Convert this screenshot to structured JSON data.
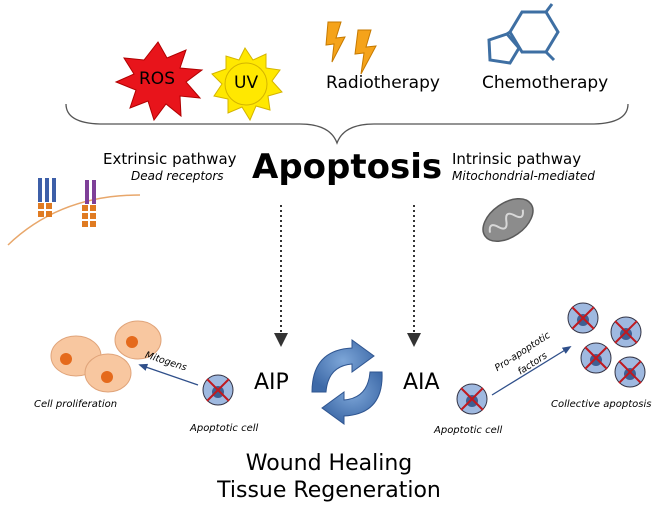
{
  "stimuli": {
    "ros": "ROS",
    "uv": "UV",
    "radiotherapy": "Radiotherapy",
    "chemotherapy": "Chemotherapy"
  },
  "center": {
    "title": "Apoptosis"
  },
  "extrinsic": {
    "title": "Extrinsic pathway",
    "subtitle": "Dead receptors"
  },
  "intrinsic": {
    "title": "Intrinsic pathway",
    "subtitle": "Mitochondrial-mediated"
  },
  "nodes": {
    "aip": "AIP",
    "aia": "AIA"
  },
  "left": {
    "arrow_label": "Mitogens",
    "cells_label": "Cell proliferation",
    "apoptotic_label": "Apoptotic cell"
  },
  "right": {
    "arrow_label_line1": "Pro-apoptotic",
    "arrow_label_line2": "factors",
    "cells_label": "Collective apoptosis",
    "apoptotic_label": "Apoptotic cell"
  },
  "bottom": {
    "line1": "Wound Healing",
    "line2": "Tissue Regeneration"
  },
  "colors": {
    "ros_burst": "#e8141b",
    "uv_sun": "#ffe800",
    "lightning": "#f5a31a",
    "chem_structure": "#3e6fa3",
    "receptor_blue": "#3d5fa8",
    "receptor_purple": "#7e3f98",
    "receptor_orange": "#e07b22",
    "membrane": "#e8a76b",
    "mito": "#8c8c8c",
    "prolif_cell": "#f8c7a0",
    "prolif_nucleus": "#e56a1c",
    "apop_cell": "#9fb9e0",
    "apop_x": "#c0191f",
    "cycle_arrow": "#4a78b5"
  }
}
